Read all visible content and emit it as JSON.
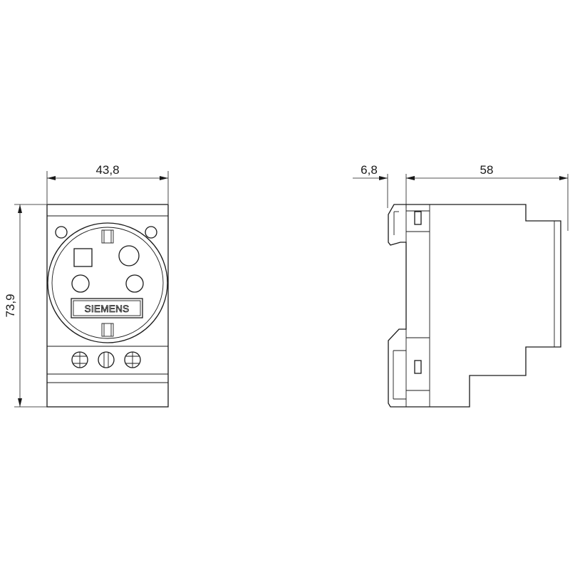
{
  "drawing": {
    "front_view": {
      "width_dimension": "43,8",
      "height_dimension": "73,9",
      "brand_label": "SIEMENS"
    },
    "side_view": {
      "rail_dimension": "6,8",
      "depth_dimension": "58"
    }
  }
}
